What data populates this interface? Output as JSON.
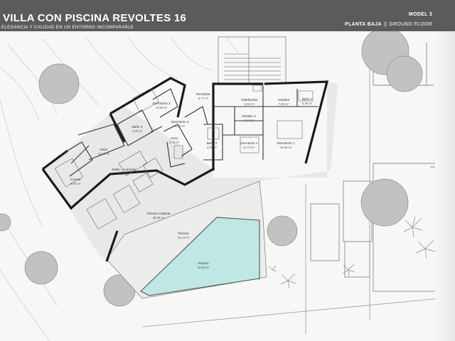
{
  "header": {
    "title": "VILLA CON PISCINA  REVOLTES 16",
    "subtitle": "ELEGANCIA Y CALIDAD EN UN ENTORNO INCOMPARABLE",
    "model": "MODEL 3",
    "floor_es": "PLANTA BAJA",
    "floor_sep": "||",
    "floor_en": "GROUND FLOOR"
  },
  "rooms": {
    "recibidor": {
      "name": "Recibidor",
      "area": "5,77 m²"
    },
    "distribuidor": {
      "name": "Distribuidor",
      "area": "4,04 m²"
    },
    "vestidor2": {
      "name": "Vestidor 2",
      "area": "4,04 m²"
    },
    "vestidor": {
      "name": "Vestidor",
      "area": "7,25 m²"
    },
    "bano1": {
      "name": "Baño 1",
      "area": "5,35 m²"
    },
    "dormitorio3": {
      "name": "Dormitorio 3",
      "area": "11,85 m²"
    },
    "bano3": {
      "name": "Baño 3",
      "area": "5,20 m²"
    },
    "dormitorio4": {
      "name": "Dormitorio 4",
      "area": "9,40 m²"
    },
    "aseo": {
      "name": "Aseo",
      "area": "2,75 m²"
    },
    "bano2": {
      "name": "Baño 2",
      "area": "4,08 m²"
    },
    "dormitorio2": {
      "name": "Dormitorio 2",
      "area": "11,74 m²"
    },
    "dormitorio1": {
      "name": "Dormitorio 1",
      "area": "14,08 m²"
    },
    "patio": {
      "name": "Patio",
      "area": "14,10 m²"
    },
    "salon": {
      "name": "Salón - comedor",
      "area": "20,17 m²"
    },
    "cocina": {
      "name": "Cocina",
      "area": "9,80 m²"
    },
    "terraza": {
      "name": "Terraza cubierta",
      "area": "48,38 m²"
    },
    "solarium": {
      "name": "Terraza",
      "area": "44,14 m²"
    },
    "piscina": {
      "name": "Piscina",
      "area": "40,25 m²"
    }
  },
  "colors": {
    "header_bg": "#5b5b5b",
    "wall": "#1a1a1a",
    "pool": "#bfe8e5",
    "tree": "#bdbdbd",
    "line": "#8a8a8a"
  }
}
